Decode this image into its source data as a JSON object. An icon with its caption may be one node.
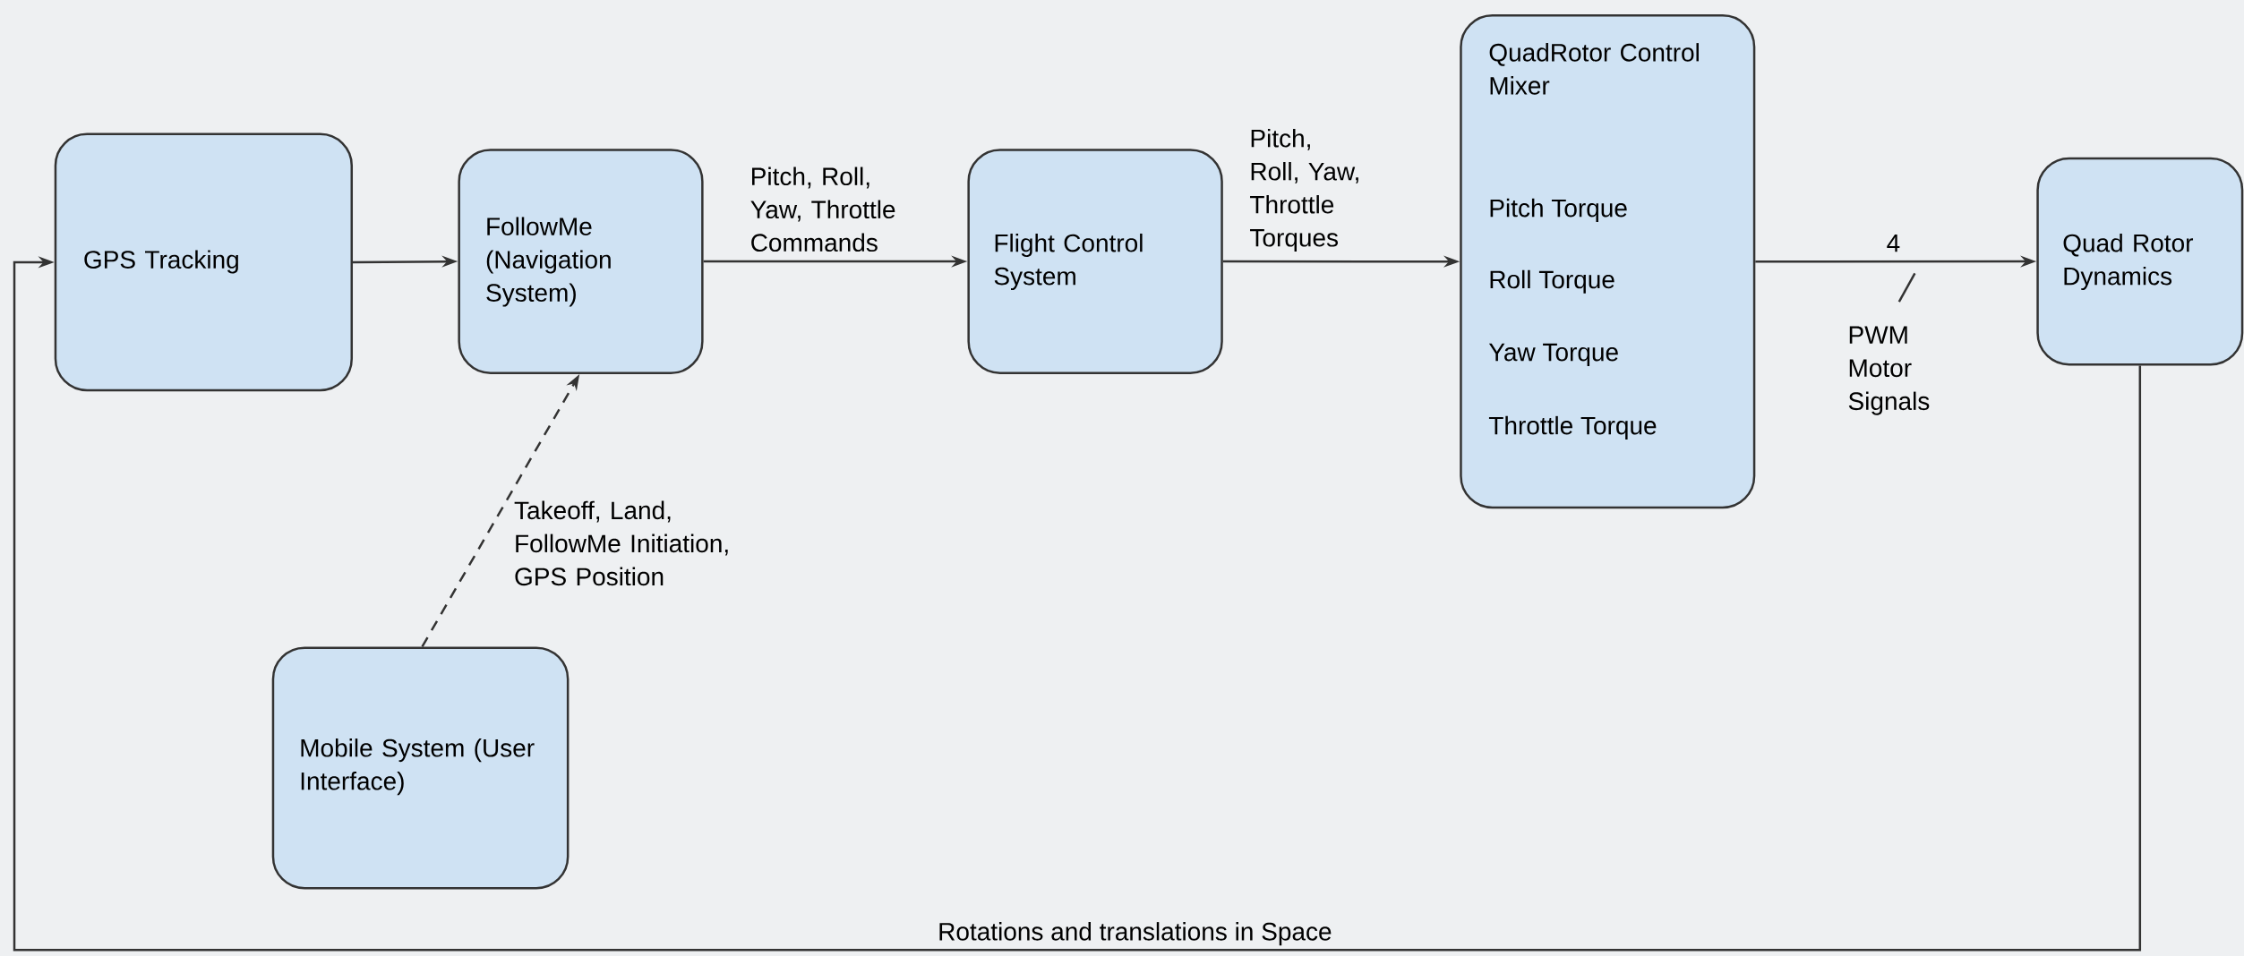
{
  "diagram": {
    "nodes": [
      {
        "text": [
          "GPS Tracking"
        ]
      },
      {
        "text": [
          "FollowMe (Navigation System)"
        ]
      },
      {
        "text": [
          "Flight Control System"
        ]
      },
      {
        "text": [
          "QuadRotor Control Mixer",
          "Pitch Torque",
          "Roll Torque",
          "Yaw Torque",
          "Throttle Torque"
        ]
      },
      {
        "text": [
          "Quad Rotor Dynamics"
        ]
      },
      {
        "text": [
          "Mobile System (User Interface)"
        ]
      }
    ],
    "edges": [
      {
        "from": 0,
        "to": 1,
        "arrow": "to"
      },
      {
        "from": 1,
        "to": 2,
        "arrow": "to",
        "label": "Pitch, Roll, Yaw, Throttle Commands"
      },
      {
        "from": 2,
        "to": 3,
        "arrow": "to",
        "label": "Pitch, Roll, Yaw, Throttle Torques"
      },
      {
        "from": 3,
        "to": 4,
        "arrow": "to",
        "label": "PWM Motor Signals"
      },
      {
        "from": 5,
        "to": 1,
        "arrow": "to",
        "style": "dashed",
        "label": "Takeoff, Land, FollowMe Initiation, GPS Position"
      },
      {
        "from": 4,
        "to": 0,
        "arrow": "to",
        "label": "Rotations and translations in Space"
      }
    ],
    "labels": [
      "4"
    ]
  }
}
